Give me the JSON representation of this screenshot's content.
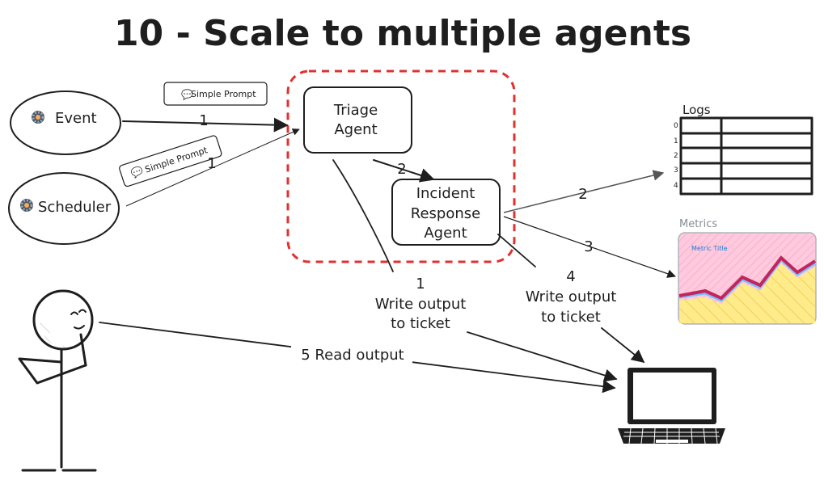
{
  "title": "10 - Scale to multiple agents",
  "nodes": {
    "event": "Event",
    "scheduler": "Scheduler",
    "triage": [
      "Triage",
      "Agent"
    ],
    "incident": [
      "Incident",
      "Response",
      "Agent"
    ],
    "logs": "Logs",
    "metrics": "Metrics",
    "metric_title": "Metric Title"
  },
  "tags": {
    "prompt_top": "Simple Prompt",
    "prompt_bottom": "Simple Prompt"
  },
  "log_rows": [
    "0",
    "1",
    "2",
    "3",
    "4"
  ],
  "edges": {
    "event_to_triage": "1",
    "scheduler_to_triage": "1",
    "triage_to_incident": "2",
    "incident_to_logs": "2",
    "incident_to_metrics": "3",
    "triage_write": [
      "1",
      "Write output",
      "to ticket"
    ],
    "incident_write": [
      "4",
      "Write output",
      "to ticket"
    ],
    "read_output": "5 Read output"
  },
  "colors": {
    "ink": "#1e1e1e",
    "group_border": "#e03131",
    "metrics_bg": "#ffc9de",
    "metrics_area": "#ffeb8a",
    "metrics_line": "#c2255c",
    "metrics_line_2": "#74c0fc"
  },
  "icons": {
    "event": "gear-icon",
    "scheduler": "gear-icon",
    "prompt": "speech-bubble-icon"
  }
}
